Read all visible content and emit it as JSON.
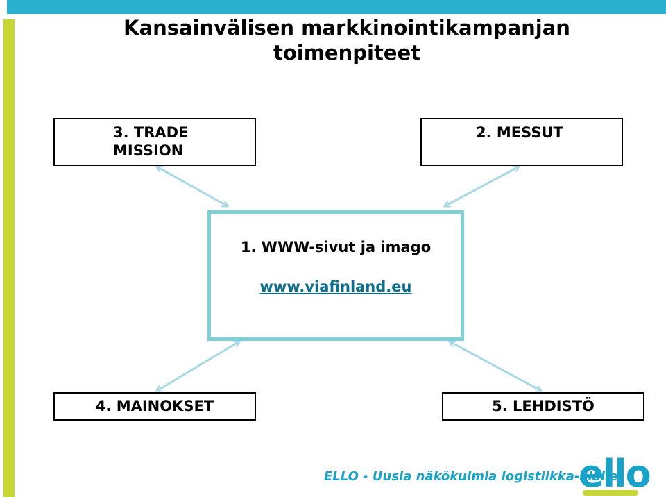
{
  "title": {
    "line1": "Kansainvälisen markkinointikampanjan",
    "line2": "toimenpiteet"
  },
  "boxes": {
    "trade_line1": "3. TRADE",
    "trade_line2": "MISSION",
    "messut": "2. MESSUT",
    "www_title": "1.  WWW-sivut ja imago",
    "www_link": "www.viafinland.eu",
    "mainokset": "4. MAINOKSET",
    "lehdisto": "5. LEHDISTÖ"
  },
  "footer": {
    "tagline": "ELLO - Uusia näkökulmia logistiikka-alalle",
    "logo": "ello"
  },
  "colors": {
    "top_bar": "#2bb0cf",
    "left_bar": "#c7d834",
    "center_border": "#7ecfd6",
    "arrow": "#a8d8e6",
    "link": "#0d6f8c",
    "brand": "#1aa3c9"
  }
}
